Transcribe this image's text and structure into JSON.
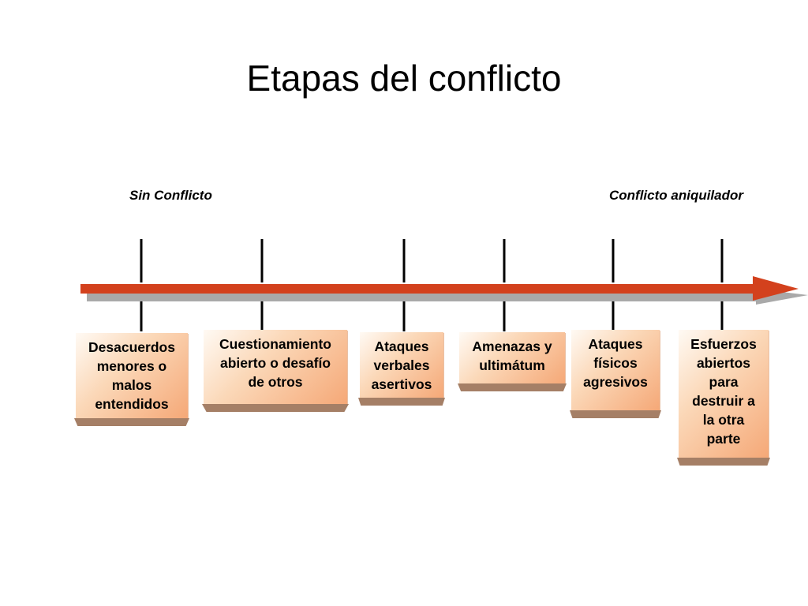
{
  "title": "Etapas del conflicto",
  "scale": {
    "start_label": "Sin Conflicto",
    "end_label": "Conflicto aniquilador"
  },
  "colors": {
    "arrow": "#d3411d",
    "arrow_shadow": "#a9a9a9",
    "tick": "#000000",
    "box_light": "#fffaf4",
    "box_dark": "#f5a877",
    "box_base": "#a57f66"
  },
  "stages": [
    {
      "label": "Desacuerdos\nmenores o\nmalos\nentendidos"
    },
    {
      "label": "Cuestionamiento\nabierto o desafío\nde otros"
    },
    {
      "label": "Ataques\nverbales\nasertivos"
    },
    {
      "label": "Amenazas y\nultimátum"
    },
    {
      "label": "Ataques\nfísicos\nagresivos"
    },
    {
      "label": "Esfuerzos\nabiertos\npara\ndestruir a\nla otra\nparte"
    }
  ]
}
